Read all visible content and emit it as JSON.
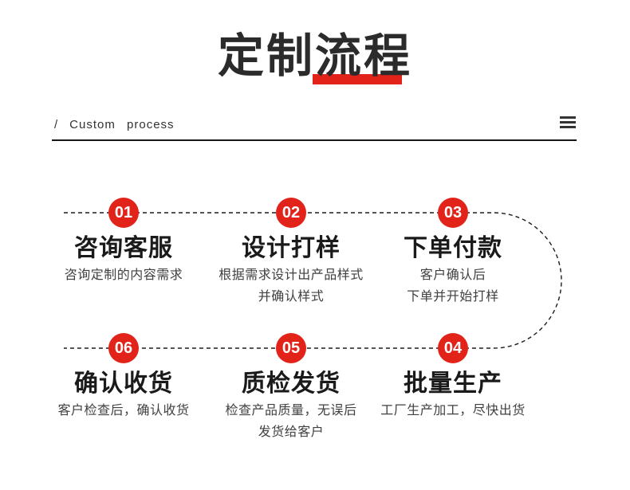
{
  "header": {
    "title": "定制流程",
    "slash": "/",
    "subtitle": "Custom process",
    "menu_icon": "hamburger-icon"
  },
  "colors": {
    "accent": "#e2231a",
    "title_text": "#2b2b2b",
    "desc_text": "#404040"
  },
  "flow": {
    "shape": "dashed line through steps 1-2-3, u-turn on right side, back through 4-5-6"
  },
  "steps": [
    {
      "num": "01",
      "title": "咨询客服",
      "line1": "咨询定制的内容需求",
      "line2": ""
    },
    {
      "num": "02",
      "title": "设计打样",
      "line1": "根据需求设计出产品样式",
      "line2": "并确认样式"
    },
    {
      "num": "03",
      "title": "下单付款",
      "line1": "客户确认后",
      "line2": "下单并开始打样"
    },
    {
      "num": "04",
      "title": "批量生产",
      "line1": "工厂生产加工，尽快出货",
      "line2": ""
    },
    {
      "num": "05",
      "title": "质检发货",
      "line1": "检查产品质量，无误后",
      "line2": "发货给客户"
    },
    {
      "num": "06",
      "title": "确认收货",
      "line1": "客户检查后，确认收货",
      "line2": ""
    }
  ]
}
